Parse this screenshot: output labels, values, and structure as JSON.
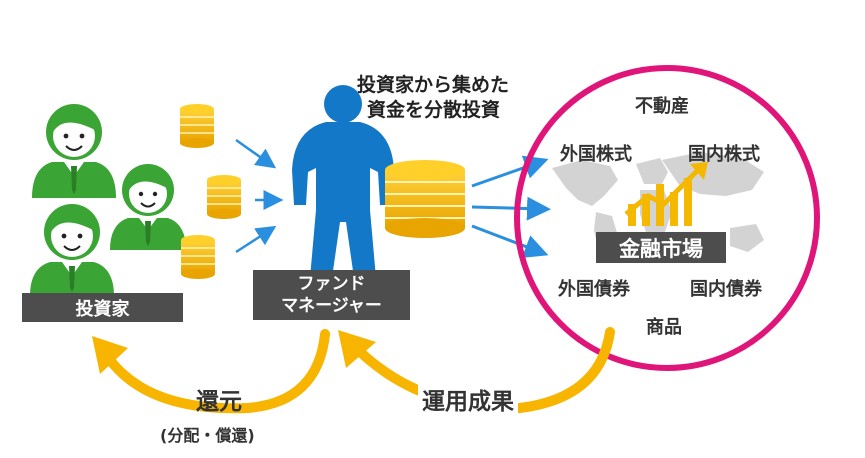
{
  "colors": {
    "person_green": "#3aa535",
    "manager_blue": "#1478c8",
    "coin_yellow": "#f5b800",
    "arrow_blue": "#2b8fe0",
    "arrow_orange": "#f7b500",
    "ring_magenta": "#e0157a",
    "label_bg": "#4d4d4d",
    "map_gray": "#d3d3d3"
  },
  "investors": {
    "label": "投資家",
    "icon": "investor-people-icon"
  },
  "manager": {
    "label_line1": "ファンド",
    "label_line2": "マネージャー",
    "icon": "fund-manager-silhouette-icon"
  },
  "caption": {
    "line1": "投資家から集めた",
    "line2": "資金を分散投資"
  },
  "market": {
    "center_label": "金融市場",
    "items": [
      "不動産",
      "外国株式",
      "国内株式",
      "外国債券",
      "国内債券",
      "商品"
    ]
  },
  "returns": {
    "repay_label": "還元",
    "repay_sub": "(分配・償還)",
    "result_label": "運用成果"
  }
}
